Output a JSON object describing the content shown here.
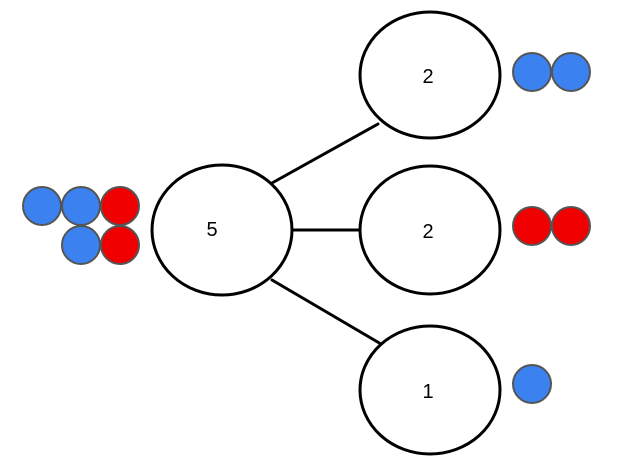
{
  "colors": {
    "blue": "#3b82f0",
    "red": "#f00000"
  },
  "nodes": {
    "root": {
      "label": "5"
    },
    "top": {
      "label": "2"
    },
    "middle": {
      "label": "2"
    },
    "bottom": {
      "label": "1"
    }
  },
  "counters": {
    "root": [
      "blue",
      "blue",
      "red",
      "blue",
      "red"
    ],
    "top": [
      "blue",
      "blue"
    ],
    "middle": [
      "red",
      "red"
    ],
    "bottom": [
      "blue"
    ]
  }
}
